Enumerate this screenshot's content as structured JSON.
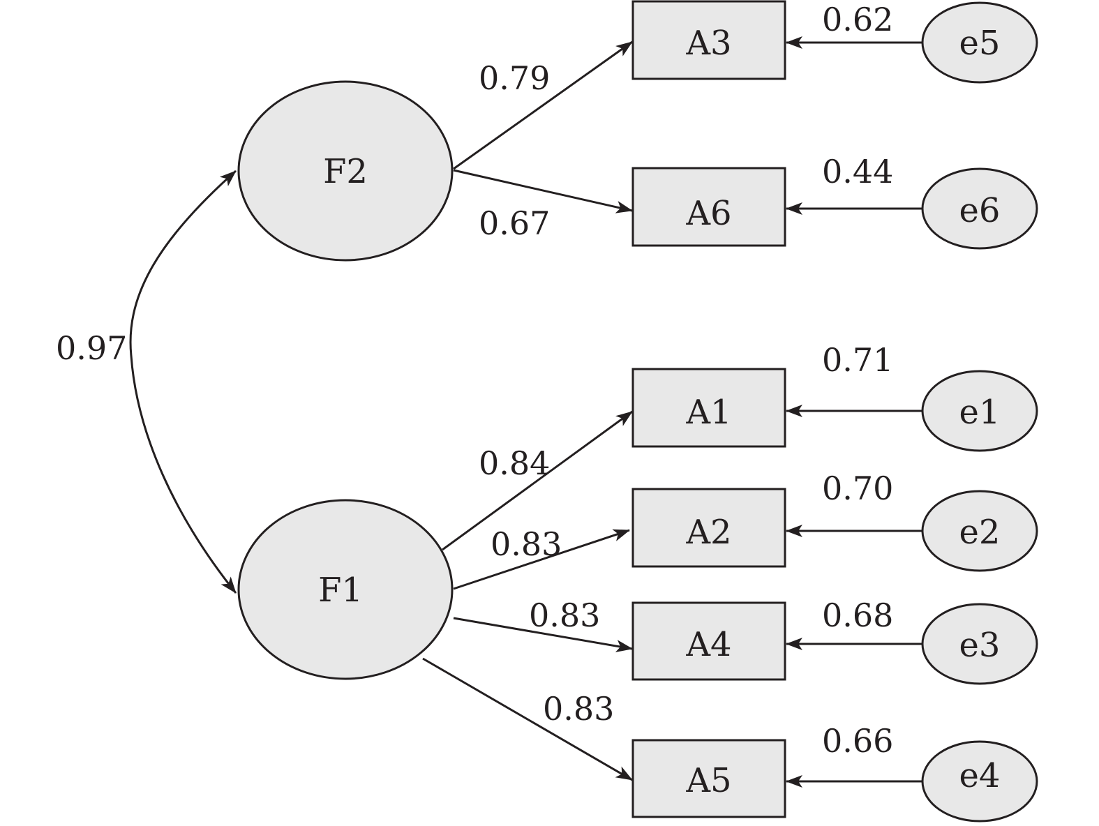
{
  "factors": [
    {
      "id": "F2",
      "label": "F2"
    },
    {
      "id": "F1",
      "label": "F1"
    }
  ],
  "indicators": [
    {
      "id": "A3",
      "label": "A3"
    },
    {
      "id": "A6",
      "label": "A6"
    },
    {
      "id": "A1",
      "label": "A1"
    },
    {
      "id": "A2",
      "label": "A2"
    },
    {
      "id": "A4",
      "label": "A4"
    },
    {
      "id": "A5",
      "label": "A5"
    }
  ],
  "errors": [
    {
      "id": "e5",
      "label": "e5"
    },
    {
      "id": "e6",
      "label": "e6"
    },
    {
      "id": "e1",
      "label": "e1"
    },
    {
      "id": "e2",
      "label": "e2"
    },
    {
      "id": "e3",
      "label": "e3"
    },
    {
      "id": "e4",
      "label": "e4"
    }
  ],
  "correlation": {
    "from": "F2",
    "to": "F1",
    "value": "0.97"
  },
  "loadings": [
    {
      "from": "F2",
      "to": "A3",
      "value": "0.79"
    },
    {
      "from": "F2",
      "to": "A6",
      "value": "0.67"
    },
    {
      "from": "F1",
      "to": "A1",
      "value": "0.84"
    },
    {
      "from": "F1",
      "to": "A2",
      "value": "0.83"
    },
    {
      "from": "F1",
      "to": "A4",
      "value": "0.83"
    },
    {
      "from": "F1",
      "to": "A5",
      "value": "0.83"
    }
  ],
  "error_paths": [
    {
      "from": "e5",
      "to": "A3",
      "value": "0.62"
    },
    {
      "from": "e6",
      "to": "A6",
      "value": "0.44"
    },
    {
      "from": "e1",
      "to": "A1",
      "value": "0.71"
    },
    {
      "from": "e2",
      "to": "A2",
      "value": "0.70"
    },
    {
      "from": "e3",
      "to": "A4",
      "value": "0.68"
    },
    {
      "from": "e4",
      "to": "A5",
      "value": "0.66"
    }
  ]
}
